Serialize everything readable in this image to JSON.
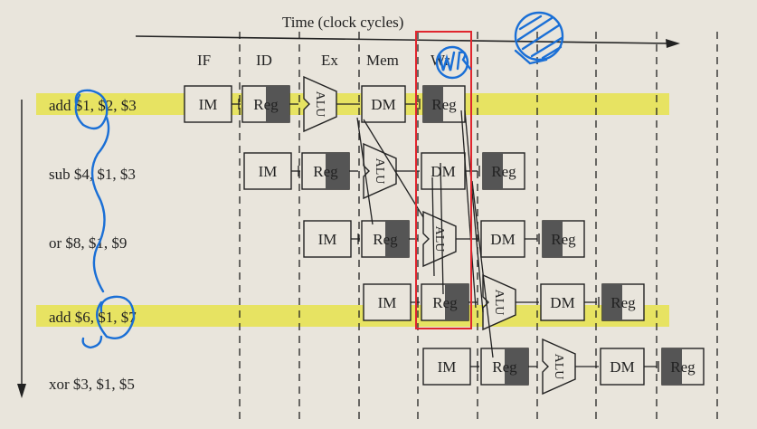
{
  "header": {
    "time_label": "Time (clock cycles)",
    "stages": [
      "IF",
      "ID",
      "Ex",
      "Mem",
      "Wr"
    ]
  },
  "instructions": [
    {
      "text": "add $1, $2, $3",
      "highlight": true
    },
    {
      "text": "sub $4, $1, $3",
      "highlight": false
    },
    {
      "text": "or $8, $1, $9",
      "highlight": false
    },
    {
      "text": "add $6, $1, $7",
      "highlight": true
    },
    {
      "text": "xor $3, $1, $5",
      "highlight": false
    }
  ],
  "units": {
    "im": "IM",
    "reg": "Reg",
    "alu": "ALU",
    "dm": "DM"
  },
  "colors": {
    "paper": "#e9e5dc",
    "ink": "#222222",
    "highlight": "#e6e23a",
    "annotation_blue": "#1a6fd6",
    "red_box": "#e0262e",
    "reg_shade": "#555555"
  },
  "annotations": {
    "wr_scribble": "WR"
  }
}
